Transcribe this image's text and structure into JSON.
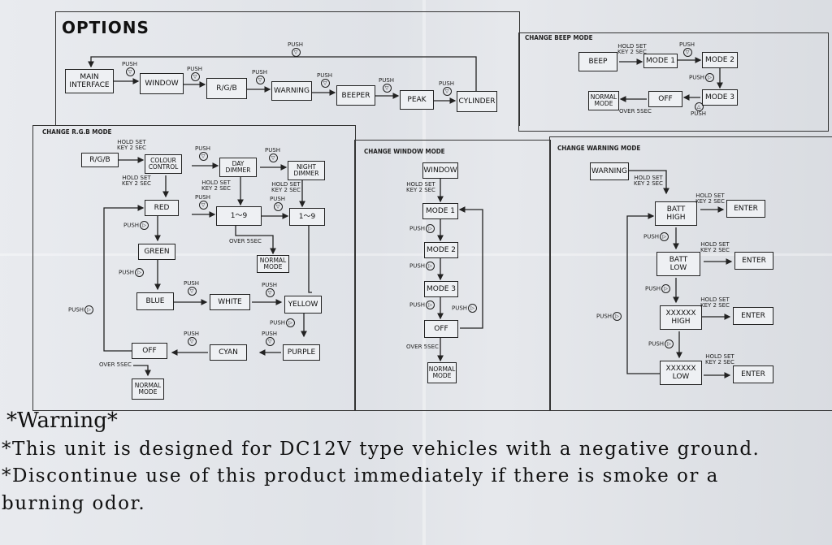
{
  "options": {
    "title": "OPTIONS",
    "chain": [
      "MAIN\nINTERFACE",
      "WINDOW",
      "R/G/B",
      "WARNING",
      "BEEPER",
      "PEAK",
      "CYLINDER"
    ],
    "push": "PUSH"
  },
  "beep": {
    "title": "CHANGE BEEP MODE",
    "beep": "BEEP",
    "mode1": "MODE 1",
    "mode2": "MODE 2",
    "mode3": "MODE 3",
    "off": "OFF",
    "normal": "NORMAL\nMODE",
    "hold": "HOLD SET\nKEY 2 SEC",
    "over": "OVER 5SEC",
    "push": "PUSH"
  },
  "rgb": {
    "title": "CHANGE R.G.B MODE",
    "rgb": "R/G/B",
    "colour": "COLOUR\nCONTROL",
    "day": "DAY\nDIMMER",
    "night": "NIGHT\nDIMMER",
    "red": "RED",
    "range1": "1～9",
    "range2": "1～9",
    "normal1": "NORMAL\nMODE",
    "green": "GREEN",
    "blue": "BLUE",
    "white": "WHITE",
    "yellow": "YELLOW",
    "purple": "PURPLE",
    "cyan": "CYAN",
    "off": "OFF",
    "normal2": "NORMAL\nMODE",
    "hold": "HOLD SET\nKEY 2 SEC",
    "over": "OVER 5SEC",
    "push": "PUSH"
  },
  "window": {
    "title": "CHANGE WINDOW MODE",
    "window": "WINDOW",
    "mode1": "MODE 1",
    "mode2": "MODE 2",
    "mode3": "MODE 3",
    "off": "OFF",
    "normal": "NORMAL\nMODE",
    "hold": "HOLD SET\nKEY 2 SEC",
    "over": "OVER 5SEC",
    "push": "PUSH"
  },
  "warning": {
    "title": "CHANGE WARNING MODE",
    "warning": "WARNING",
    "batt_high": "BATT\nHIGH",
    "batt_low": "BATT\nLOW",
    "x_high": "XXXXXX\nHIGH",
    "x_low": "XXXXXX\nLOW",
    "enter": "ENTER",
    "hold": "HOLD SET\nKEY 2 SEC",
    "push": "PUSH"
  },
  "notice": {
    "title": "*Warning*",
    "line1": "*This unit is designed for DC12V type vehicles with a negative ground.",
    "line2": "*Discontinue use of this product immediately if there is smoke or a",
    "line3": "burning odor."
  }
}
